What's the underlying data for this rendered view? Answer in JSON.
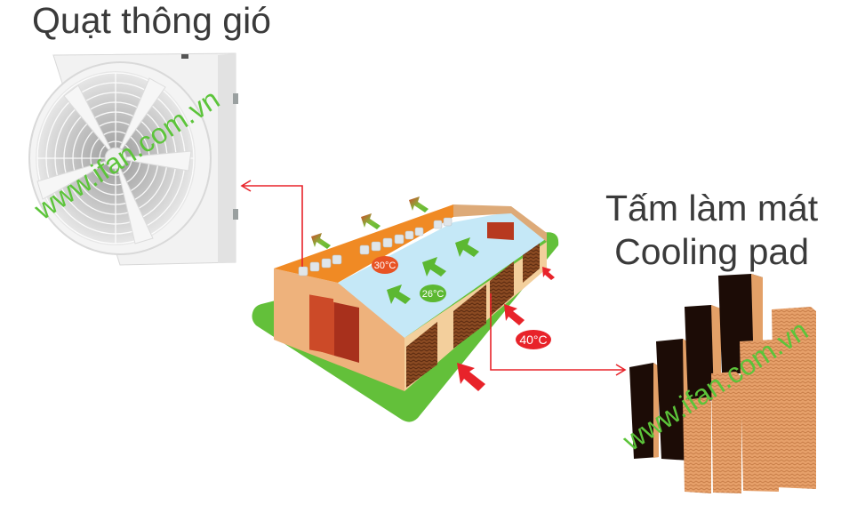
{
  "labels": {
    "fan_title": "Quạt thông gió",
    "pad_title_line1": "Tấm làm mát",
    "pad_title_line2": "Cooling pad"
  },
  "watermark": "www.ifan.com.vn",
  "temperatures": {
    "exhaust_zone": "30°C",
    "interior": "26°C",
    "outside": "40°C"
  },
  "colors": {
    "text": "#3a3a3a",
    "arrow_red": "#e8232a",
    "flow_green": "#5cb832",
    "ground_green": "#63c03a",
    "roof_blue": "#c5e8f7",
    "wall_tan": "#eeb27c",
    "roof_orange": "#f08a24",
    "door_red": "#c0452a",
    "watermark_green": "#5cc43a",
    "temp_30": "#e85324",
    "temp_26": "#5cb832",
    "temp_40": "#e8232a"
  }
}
